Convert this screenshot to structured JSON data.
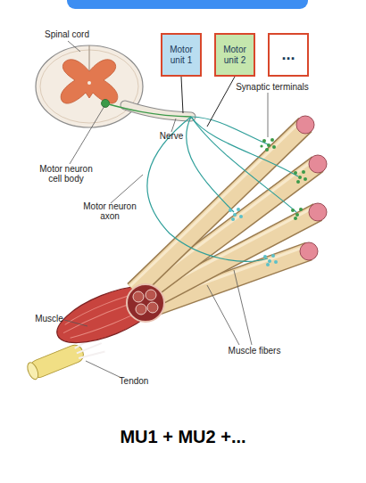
{
  "diagram": {
    "caption": "MU1 + MU2 +...",
    "nodes": [
      {
        "text": [
          "Motor unit 1"
        ]
      },
      {
        "text": [
          "Motor unit 2"
        ]
      },
      {
        "text": [
          "..."
        ]
      }
    ],
    "labels": [
      "Spinal cord",
      "Motor neuron cell body",
      "Nerve",
      "Synaptic terminals",
      "Motor neuron axon",
      "Muscle",
      "Muscle fibers",
      "Tendon"
    ]
  }
}
